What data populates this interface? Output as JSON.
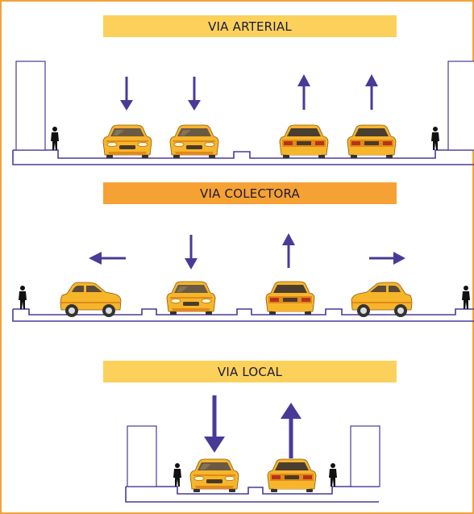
{
  "colors": {
    "frame": "#f2a23a",
    "banner_arterial": "#fbd15b",
    "banner_colectora": "#f6a134",
    "banner_local": "#fbd15b",
    "road_line": "#4a3a98",
    "arrow": "#4a3a98",
    "car_body": "#f7b52a",
    "car_shade": "#e08a1a",
    "car_glass": "#5a4a38",
    "person": "#111111",
    "background": "#ffffff"
  },
  "sections": [
    {
      "id": "arterial",
      "title": "VIA ARTERIAL",
      "lanes": [
        {
          "direction": "down",
          "car": "front"
        },
        {
          "direction": "down",
          "car": "front"
        },
        {
          "direction": "up",
          "car": "rear"
        },
        {
          "direction": "up",
          "car": "rear"
        }
      ]
    },
    {
      "id": "colectora",
      "title": "VIA COLECTORA",
      "lanes": [
        {
          "direction": "left",
          "car": "side"
        },
        {
          "direction": "down",
          "car": "front"
        },
        {
          "direction": "up",
          "car": "rear"
        },
        {
          "direction": "right",
          "car": "side"
        }
      ]
    },
    {
      "id": "local",
      "title": "VIA LOCAL",
      "lanes": [
        {
          "direction": "down",
          "car": "front"
        },
        {
          "direction": "up",
          "car": "rear"
        }
      ]
    }
  ]
}
